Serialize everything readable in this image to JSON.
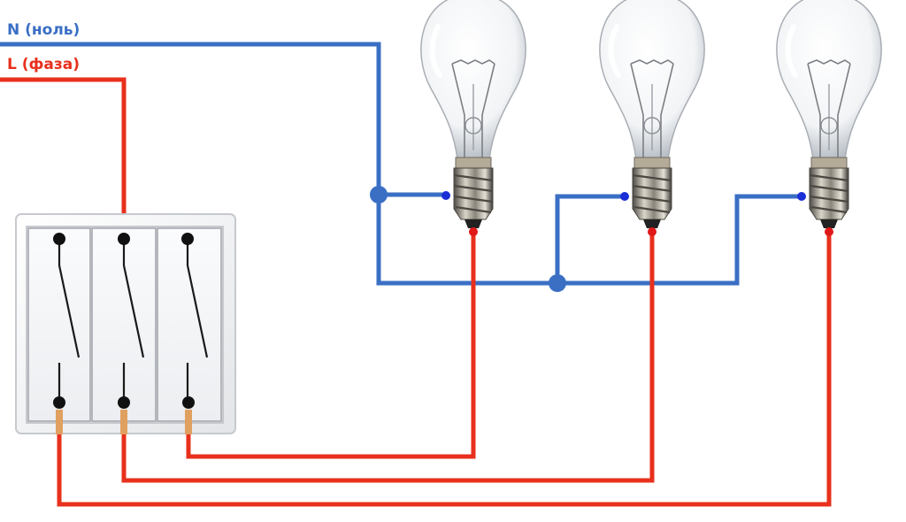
{
  "labels": {
    "neutral": "N (ноль)",
    "phase": "L (фаза)"
  },
  "colors": {
    "neutral": "#3a6fc4",
    "phase": "#e8301c",
    "terminal": "#111111",
    "neutral_dot": "#1b2fd6",
    "phase_dot": "#e01818"
  },
  "diagram": {
    "switch_gangs": 3,
    "lamps": 3
  }
}
